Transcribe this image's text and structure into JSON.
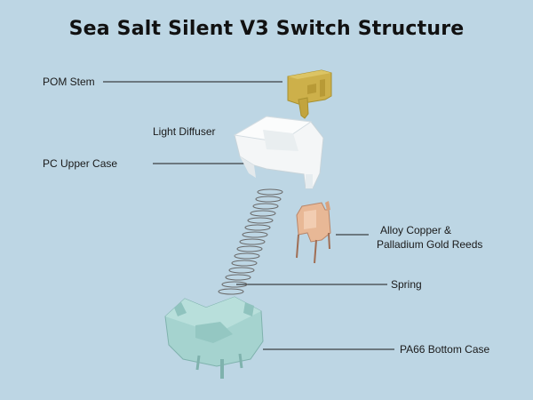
{
  "title": "Sea Salt Silent V3 Switch Structure",
  "labels": {
    "pom_stem": "POM Stem",
    "light_diffuser": "Light Diffuser",
    "pc_upper_case": "PC Upper Case",
    "reeds_line1": "Alloy Copper &",
    "reeds_line2": "Palladium Gold Reeds",
    "spring": "Spring",
    "bottom_case": "PA66 Bottom Case"
  },
  "colors": {
    "background": "#bdd6e4",
    "stem": "#cdb04a",
    "upper_case": "#f4f6f7",
    "reeds": "#e8b896",
    "bottom_case": "#a5d3cf",
    "spring": "#6a6a6a",
    "leader_lines": "#1a1a1a"
  }
}
